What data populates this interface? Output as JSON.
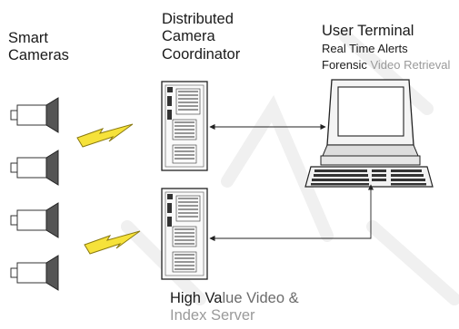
{
  "labels": {
    "smart_cameras": [
      "Smart",
      "Cameras"
    ],
    "coordinator": [
      "Distributed",
      "Camera",
      "Coordinator"
    ],
    "terminal_title": "User Terminal",
    "terminal_lines": {
      "line1": "Real Time Alerts",
      "line2_a": "Forensic",
      "line2_b": "Video Retrieval"
    },
    "server": {
      "line1_a": "High Va",
      "line1_b": "lue Video &",
      "line2_a": "Index",
      "line2_b": " Server"
    }
  },
  "icons": {
    "camera": "camera-icon",
    "wireless_link": "lightning-icon",
    "tower_server": "server-tower-icon",
    "workstation": "computer-terminal-icon",
    "arrow": "double-arrow"
  },
  "colors": {
    "stroke": "#222222",
    "text": "#1a1a1a",
    "dim_text": "#9a9a9a",
    "lightning_fill": "#f6e23a",
    "lightning_stroke": "#8a7a10",
    "watermark": "#eeeeee"
  }
}
